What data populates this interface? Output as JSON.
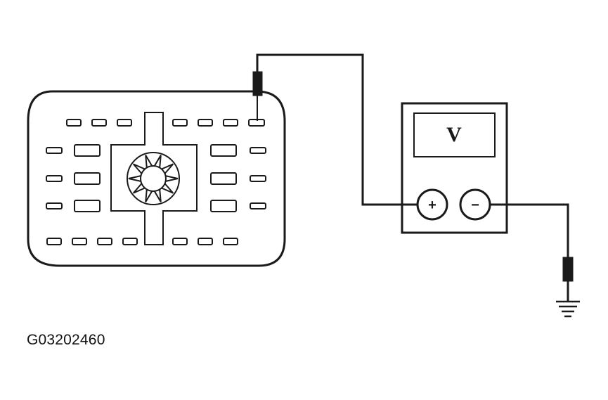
{
  "figure": {
    "id_label": "G03202460"
  },
  "meter": {
    "display_text": "V",
    "positive_symbol": "+",
    "negative_symbol": "−"
  },
  "colors": {
    "line": "#1a1a1a",
    "background": "#ffffff"
  },
  "icons": [
    "connector-body",
    "backprobe-pin",
    "multimeter",
    "test-lead",
    "ground-symbol"
  ]
}
